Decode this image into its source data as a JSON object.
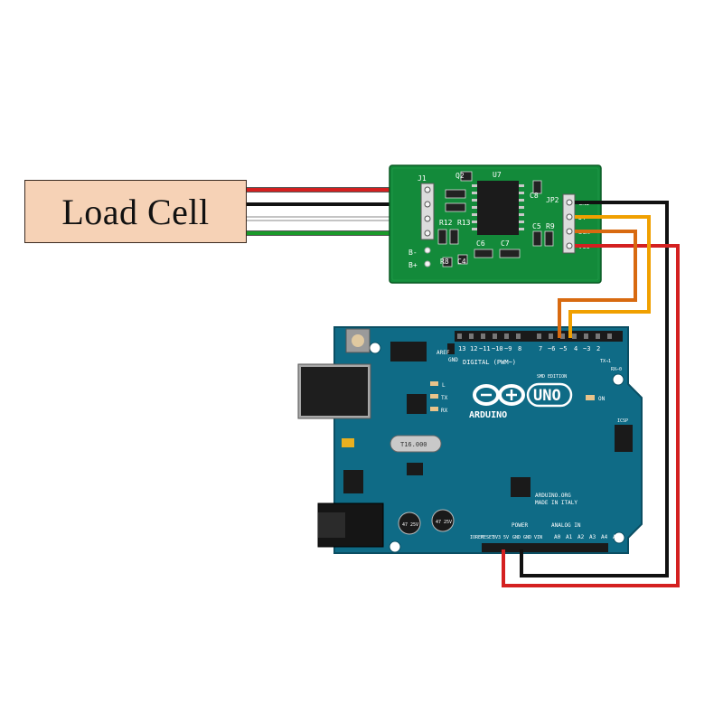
{
  "load_cell": {
    "label": "Load Cell"
  },
  "hx711": {
    "labels": {
      "j1": "J1",
      "q2": "Q2",
      "u7": "U7",
      "c8": "C8",
      "jp2": "JP2",
      "r12": "R12",
      "r13": "R13",
      "c5": "C5",
      "r9": "R9",
      "r8": "R8",
      "c4": "C4",
      "c6": "C6",
      "c7": "C7",
      "b_minus": "B-",
      "b_plus": "B+"
    },
    "pins": [
      "GND",
      "DT",
      "SCK",
      "VCC"
    ]
  },
  "arduino": {
    "brand": "ARDUINO",
    "model": "UNO",
    "digital_header": "DIGITAL (PWM~)",
    "digital_pins": [
      "13",
      "12",
      "~11",
      "~10",
      "~9",
      "8",
      "7",
      "~6",
      "~5",
      "4",
      "~3",
      "2",
      "TX→1",
      "RX←0"
    ],
    "aref": "AREF",
    "gnd": "GND",
    "on_label": "ON",
    "tx_label": "TX",
    "rx_label": "RX",
    "l_label": "L",
    "icsp": "ICSP",
    "smd": "SMD EDITION",
    "crystal": "T16.000",
    "website": "ARDUINO.ORG",
    "made_in": "MADE IN ITALY",
    "power_header": "POWER",
    "analog_header": "ANALOG IN",
    "power_pins": [
      "IOREF",
      "RESET",
      "3V3",
      "5V",
      "GND",
      "GND",
      "VIN"
    ],
    "analog_pins": [
      "A0",
      "A1",
      "A2",
      "A3",
      "A4",
      "A5"
    ],
    "cap_text": "47 25V"
  },
  "wire_colors": {
    "red": "#d42020",
    "black": "#111111",
    "white": "#ffffff",
    "green": "#1a9a2a",
    "orange": "#f0a000",
    "dark_orange": "#d86a10",
    "grey": "#9a9a9a"
  }
}
